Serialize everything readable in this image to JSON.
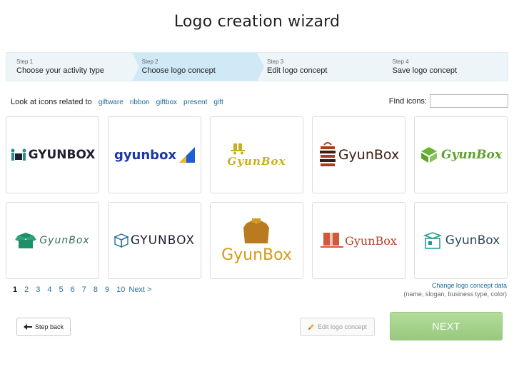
{
  "page": {
    "title": "Logo creation wizard"
  },
  "steps": [
    {
      "num": "Step 1",
      "label": "Choose your activity type"
    },
    {
      "num": "Step 2",
      "label": "Choose logo concept"
    },
    {
      "num": "Step 3",
      "label": "Edit logo concept"
    },
    {
      "num": "Step 4",
      "label": "Save logo concept"
    }
  ],
  "related": {
    "label": "Look at icons related to",
    "tags": [
      "giftware",
      "ribbon",
      "giftbox",
      "present",
      "gift"
    ]
  },
  "find": {
    "label": "Find icons:",
    "value": ""
  },
  "logos": [
    {
      "text": "GYUNBOX",
      "icon": "people-box-icon",
      "color": "#1f1f33",
      "icon_color": "#2a8c8c"
    },
    {
      "text": "gyunbox",
      "icon": "blue-square-icon",
      "color": "#1b36a8",
      "icon_color": "#1b5ed6"
    },
    {
      "text": "GyunBox",
      "icon": "gift-cart-icon",
      "color": "#c9b021",
      "icon_color": "#c9b021"
    },
    {
      "text": "GyunBox",
      "icon": "gift-stack-icon",
      "color": "#3b1f15",
      "icon_color": "#b03a1c"
    },
    {
      "text": "GyunBox",
      "icon": "green-box-icon",
      "color": "#5fa12d",
      "icon_color": "#6bb33a"
    },
    {
      "text": "GyunBox",
      "icon": "open-box-icon",
      "color": "#3a6f60",
      "icon_color": "#1f8e6a"
    },
    {
      "text": "GYUNBOX",
      "icon": "cube-icon",
      "color": "#1e2230",
      "icon_color": "#2a6f9a"
    },
    {
      "text": "GyunBox",
      "icon": "bag-icon",
      "color": "#d69a1c",
      "icon_color": "#b97a20"
    },
    {
      "text": "GyunBox",
      "icon": "red-box-icon",
      "color": "#b34028",
      "icon_color": "#d0593a"
    },
    {
      "text": "GyunBox",
      "icon": "teal-box-icon",
      "color": "#2d4a5e",
      "icon_color": "#1d9a8a"
    }
  ],
  "pagination": {
    "pages": [
      "1",
      "2",
      "3",
      "4",
      "5",
      "6",
      "7",
      "8",
      "9",
      "10"
    ],
    "current": "1",
    "next_label": "Next >"
  },
  "change": {
    "link": "Change logo concept data",
    "sub": "(name, slogan, business type, color)"
  },
  "buttons": {
    "back": "Step back",
    "edit": "Edit logo concept",
    "next": "NEXT"
  }
}
